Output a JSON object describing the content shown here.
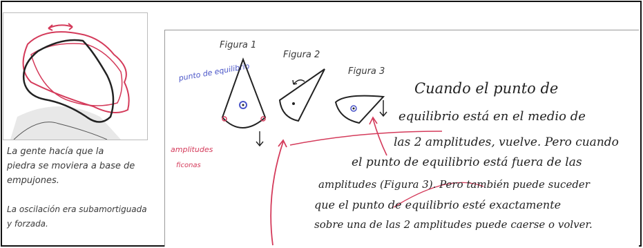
{
  "figures": {
    "fig1_label": "Figura 1",
    "fig2_label": "Figura 2",
    "fig3_label": "Figura 3"
  },
  "side_notes": {
    "equilibrium_point": "punto de equilibrio",
    "amplitudes": "amplitudes",
    "amplitudes_sub": "ficonas"
  },
  "left_note": {
    "line1": "La gente hacía que la",
    "line2": "piedra se moviera a base de",
    "line3": "empujones.",
    "line4": "La oscilación era subamortiguada",
    "line5": "y forzada."
  },
  "main_text": {
    "line1": "Cuando el punto de",
    "line2": "equilibrio está en el medio de",
    "line3": "las 2 amplitudes, vuelve. Pero cuando",
    "line4": "el punto de equilibrio está fuera de las",
    "line5": "amplitudes (Figura 3). Pero también puede suceder",
    "line6": "que el punto de equilibrio esté exactamente",
    "line7": "sobre una de las 2 amplitudes puede caerse o volver."
  },
  "colors": {
    "pen": "#222222",
    "red": "#d43a5a",
    "blue": "#4a55c8"
  }
}
